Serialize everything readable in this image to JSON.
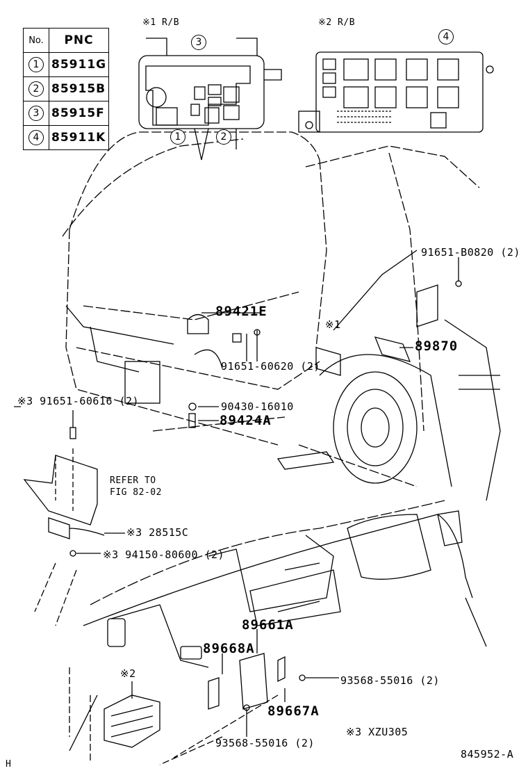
{
  "table": {
    "headers": {
      "no": "No.",
      "pnc": "PNC"
    },
    "rows": [
      {
        "no": "1",
        "pnc": "85911G"
      },
      {
        "no": "2",
        "pnc": "85915B"
      },
      {
        "no": "3",
        "pnc": "85915F"
      },
      {
        "no": "4",
        "pnc": "85911K"
      }
    ]
  },
  "relay_blocks": {
    "rb1": "※1 R/B",
    "rb2": "※2 R/B"
  },
  "callouts": {
    "c1": "1",
    "c2": "2",
    "c3": "3",
    "c4": "4"
  },
  "labels": {
    "bolt_b0820": "91651-B0820 (2)",
    "p89421e": "89421E",
    "note1": "※1",
    "p89870": "89870",
    "bolt_60620": "91651-60620 (2)",
    "bolt_60616": "※3 91651-60616 (2)",
    "nut_16010": "90430-16010",
    "p89424a": "89424A",
    "refer_line1": "REFER TO",
    "refer_line2": "FIG 82-02",
    "p28515c": "※3 28515C",
    "nut_80600": "※3 94150-80600 (2)",
    "p89661a": "89661A",
    "p89668a": "89668A",
    "note2": "※2",
    "screw_55016_right": "93568-55016 (2)",
    "p89667a": "89667A",
    "note3_model": "※3  XZU305",
    "screw_55016_bottom": "93568-55016 (2)",
    "figure_id": "845952-A",
    "corner_mark": "H"
  }
}
